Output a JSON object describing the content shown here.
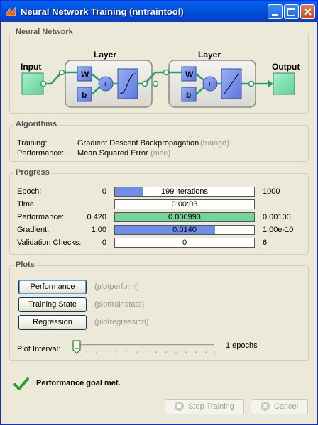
{
  "window": {
    "title": "Neural Network Training (nntraintool)"
  },
  "network": {
    "legend": "Neural Network",
    "input_label": "Input",
    "output_label": "Output",
    "layer_label": "Layer",
    "weight_label": "W",
    "bias_label": "b",
    "sum_symbol": "+"
  },
  "algorithms": {
    "legend": "Algorithms",
    "training_label": "Training:",
    "training_value": "Gradient Descent Backpropagation",
    "training_code": "(traingd)",
    "performance_label": "Performance:",
    "performance_value": "Mean Squared Error",
    "performance_code": "(mse)"
  },
  "progress": {
    "legend": "Progress",
    "rows": [
      {
        "label": "Epoch:",
        "start": "0",
        "value": "199 iterations",
        "end": "1000",
        "fill_fraction": 0.2,
        "fill_color": "#6e8ee6"
      },
      {
        "label": "Time:",
        "start": "",
        "value": "0:00:03",
        "end": "",
        "fill_fraction": 0,
        "fill_color": "#6e8ee6"
      },
      {
        "label": "Performance:",
        "start": "0.420",
        "value": "0.000993",
        "end": "0.00100",
        "fill_fraction": 1.0,
        "fill_color": "#75d39b"
      },
      {
        "label": "Gradient:",
        "start": "1.00",
        "value": "0.0140",
        "end": "1.00e-10",
        "fill_fraction": 0.72,
        "fill_color": "#6e8ee6"
      },
      {
        "label": "Validation Checks:",
        "start": "0",
        "value": "0",
        "end": "6",
        "fill_fraction": 0,
        "fill_color": "#6e8ee6"
      }
    ]
  },
  "plots": {
    "legend": "Plots",
    "buttons": [
      {
        "label": "Performance",
        "code": "(plotperform)"
      },
      {
        "label": "Training State",
        "code": "(plottrainstate)"
      },
      {
        "label": "Regression",
        "code": "(plotregression)"
      }
    ],
    "interval_label": "Plot Interval:",
    "interval_value": "1 epochs",
    "slider_fraction": 0
  },
  "status": {
    "message": "Performance goal met."
  },
  "actions": {
    "stop_label": "Stop Training",
    "cancel_label": "Cancel"
  },
  "colors": {
    "title_bar": "#0058e6",
    "node_green": "#7fe0b3",
    "weight_blue": "#6e8ee6"
  }
}
